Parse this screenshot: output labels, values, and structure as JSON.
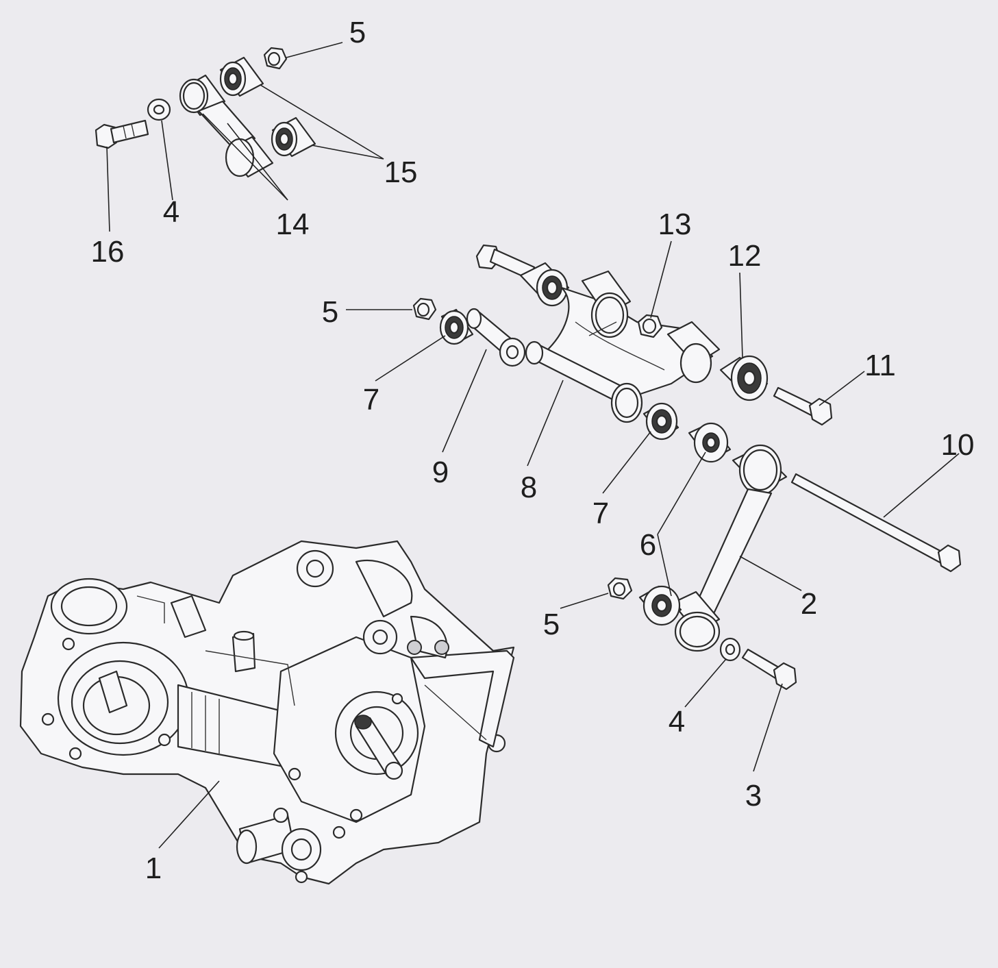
{
  "callouts": [
    {
      "id": "c5-top",
      "text": "5"
    },
    {
      "id": "c15",
      "text": "15"
    },
    {
      "id": "c4-top",
      "text": "4"
    },
    {
      "id": "c14",
      "text": "14"
    },
    {
      "id": "c16",
      "text": "16"
    },
    {
      "id": "c13",
      "text": "13"
    },
    {
      "id": "c12",
      "text": "12"
    },
    {
      "id": "c5-mid",
      "text": "5"
    },
    {
      "id": "c11",
      "text": "11"
    },
    {
      "id": "c7-left",
      "text": "7"
    },
    {
      "id": "c9",
      "text": "9"
    },
    {
      "id": "c8",
      "text": "8"
    },
    {
      "id": "c7-right",
      "text": "7"
    },
    {
      "id": "c10",
      "text": "10"
    },
    {
      "id": "c6",
      "text": "6"
    },
    {
      "id": "c2",
      "text": "2"
    },
    {
      "id": "c5-bot",
      "text": "5"
    },
    {
      "id": "c4-bot",
      "text": "4"
    },
    {
      "id": "c3",
      "text": "3"
    },
    {
      "id": "c1",
      "text": "1"
    }
  ],
  "colors": {
    "paper": "#ecebef",
    "line": "#2b2b2b",
    "fill": "#f7f7f9"
  }
}
